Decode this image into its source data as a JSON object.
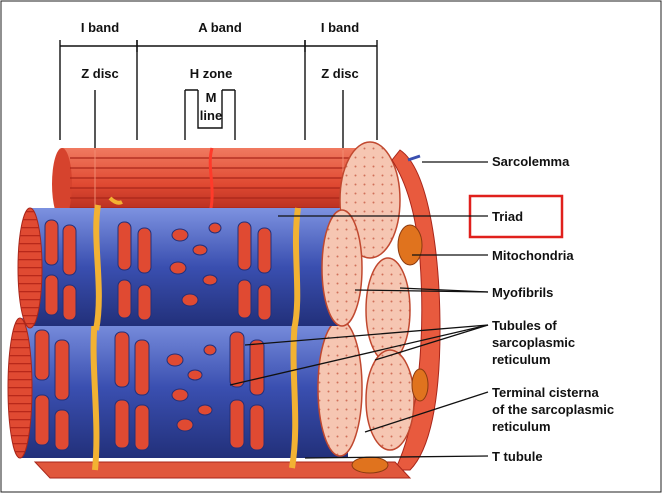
{
  "diagram": {
    "top_labels": {
      "i_band_left": "I band",
      "a_band": "A band",
      "i_band_right": "I band",
      "z_disc_left": "Z disc",
      "h_zone": "H zone",
      "m_line_1": "M",
      "m_line_2": "line",
      "z_disc_right": "Z disc"
    },
    "right_labels": {
      "sarcolemma": "Sarcolemma",
      "triad": "Triad",
      "mitochondria": "Mitochondria",
      "myofibrils": "Myofibrils",
      "tubules_1": "Tubules of",
      "tubules_2": "sarcoplasmic",
      "tubules_3": "reticulum",
      "terminal_1": "Terminal cisterna",
      "terminal_2": "of the sarcoplasmic",
      "terminal_3": "reticulum",
      "t_tubule": "T tubule"
    },
    "colors": {
      "myofibril_red": "#e04a32",
      "myofibril_dark": "#b8281a",
      "reticulum_blue": "#3a4fb0",
      "reticulum_light": "#6f86d6",
      "t_tubule_yellow": "#f2b233",
      "end_face_pink": "#f6c6b2",
      "highlight_box": "#e0201c"
    }
  }
}
